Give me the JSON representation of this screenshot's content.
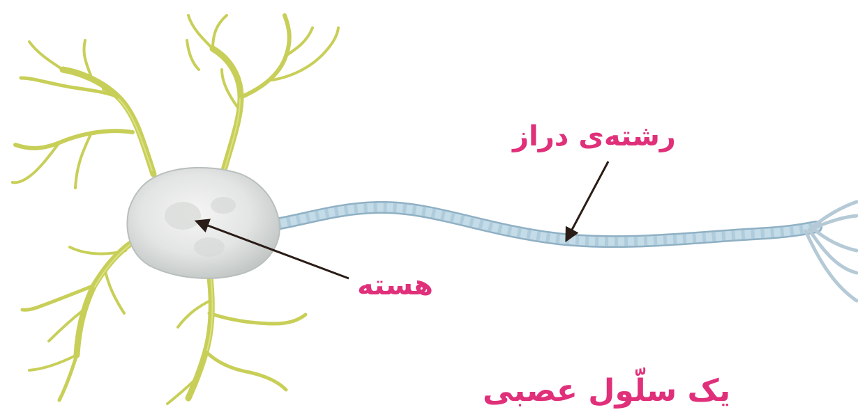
{
  "labels": {
    "axon": "رشته‌ی دراز",
    "nucleus": "هسته",
    "caption": "یک سلّول عصبی"
  },
  "colors": {
    "label_text": "#e0307a",
    "arrow": "#2a1c16",
    "dendrite": "#c8cf58",
    "dendrite_edge": "#a9b43f",
    "cell_body": "#e6e8e6",
    "cell_shade": "#c7cbc9",
    "axon_fill": "#c4dbe8",
    "axon_edge": "#8fb0c4",
    "background": "#ffffff"
  }
}
